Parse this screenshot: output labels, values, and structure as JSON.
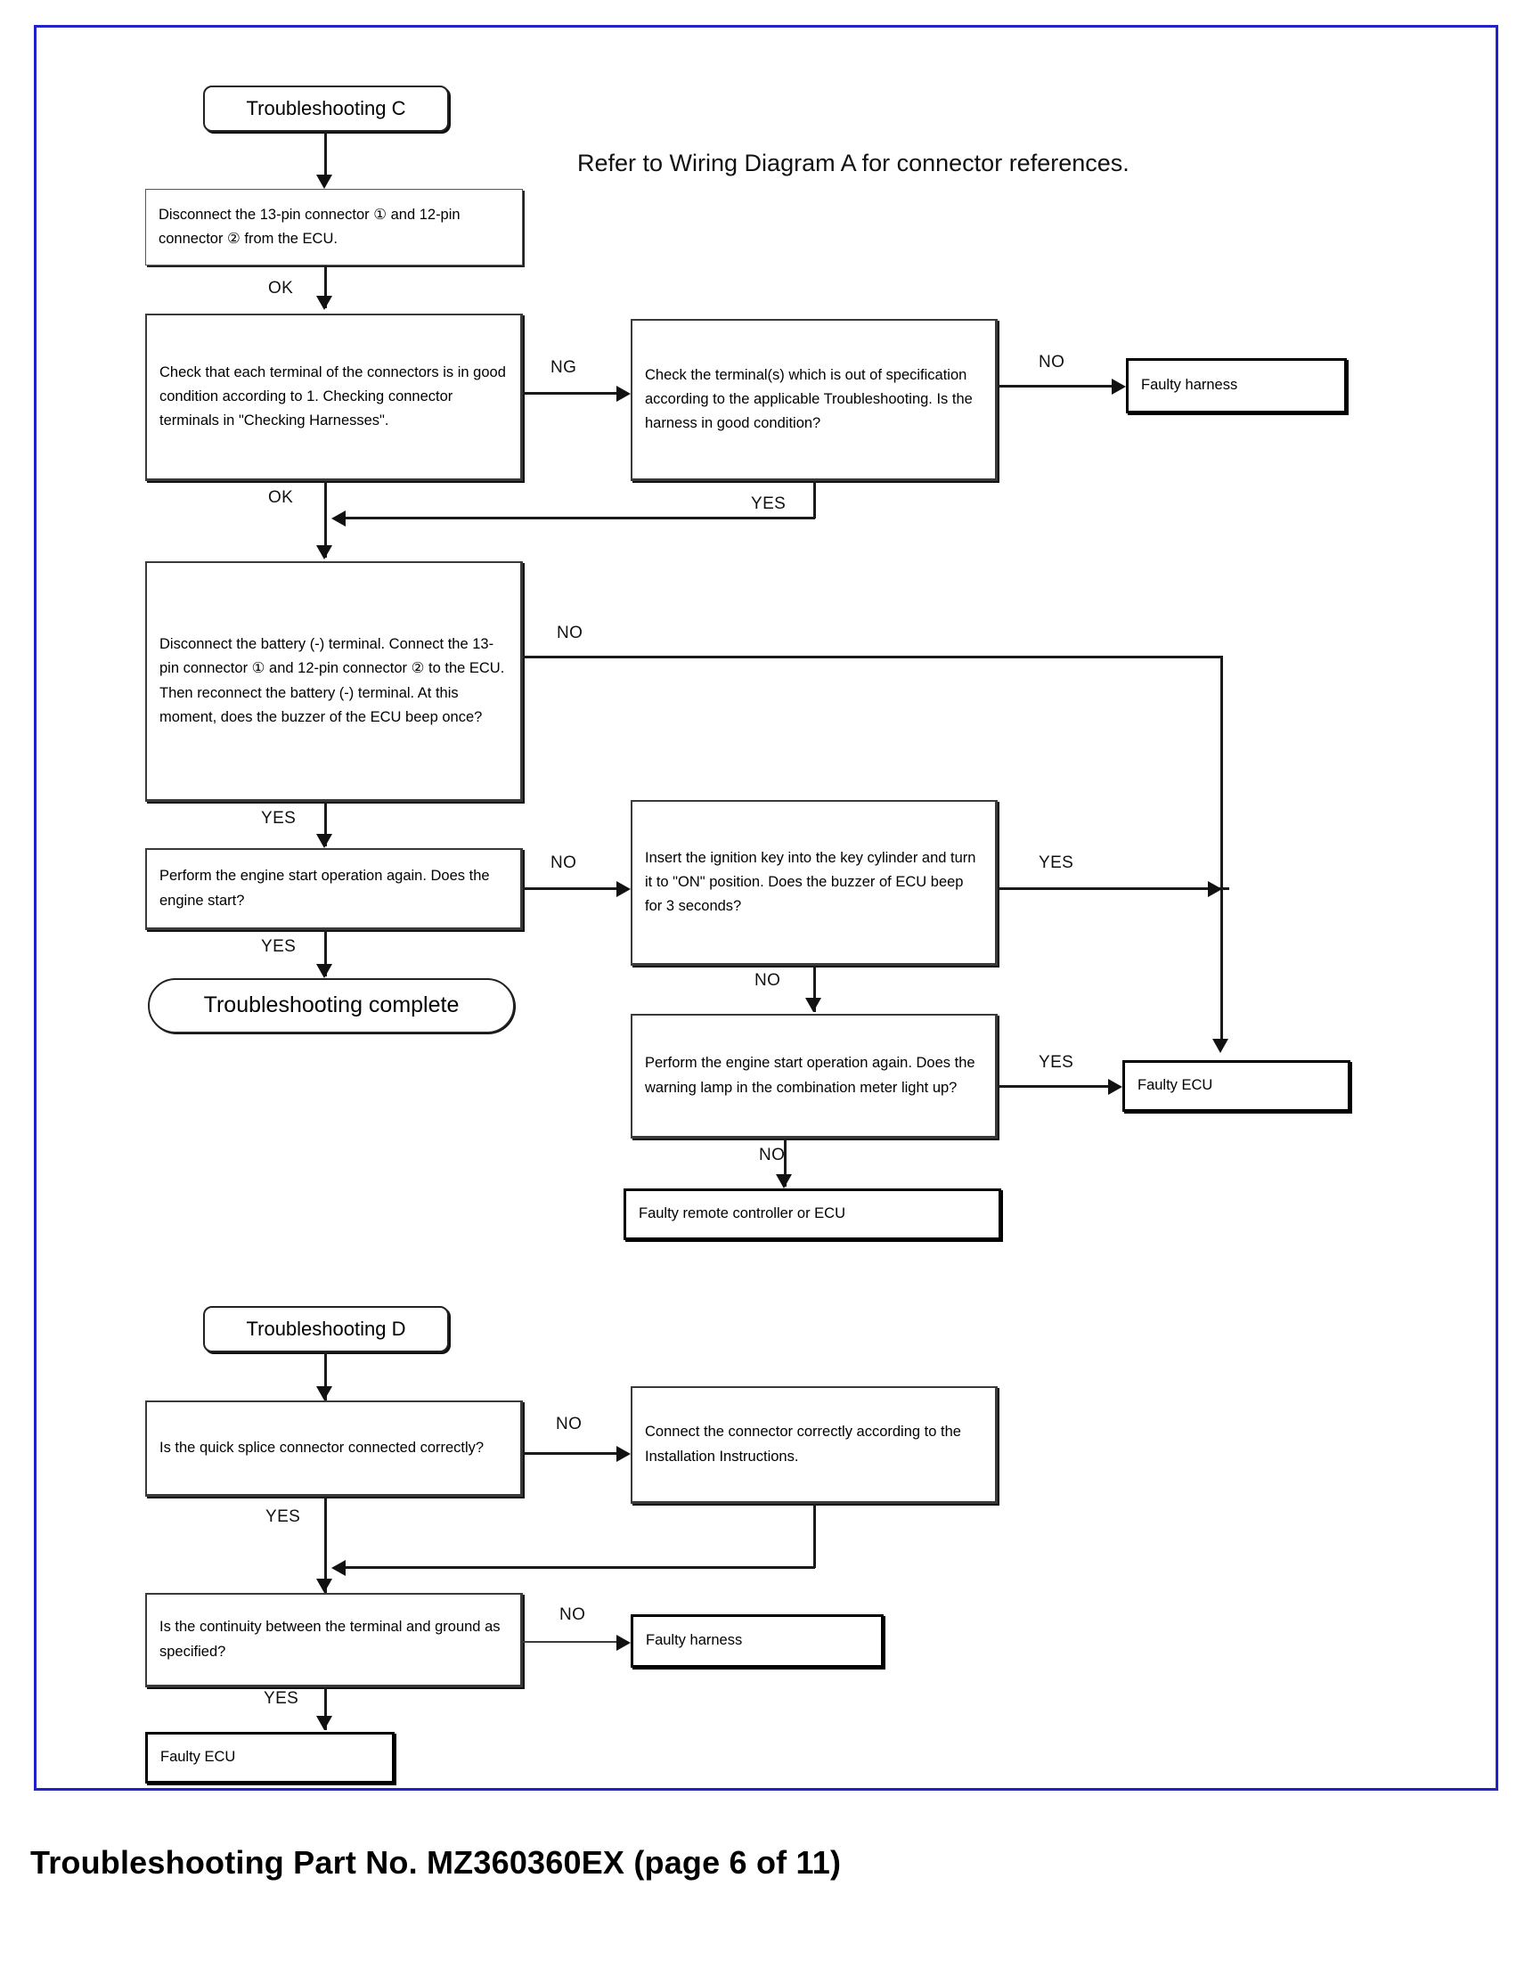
{
  "document": {
    "caption": "Troubleshooting Part No. MZ360360EX (page 6 of 11)",
    "note": "Refer to Wiring Diagram A for connector references.",
    "frame_color": "#2222cc"
  },
  "flowchart_c": {
    "start": "Troubleshooting C",
    "nodes": {
      "disconnect_connectors": "Disconnect the 13-pin connector ① and 12-pin connector ② from the ECU.",
      "check_terminals": "Check that each terminal of the connectors is in good condition according to 1. Checking connector terminals in \"Checking Harnesses\".",
      "check_out_of_spec": "Check the terminal(s) which is out of specification according to the applicable Troubleshooting. Is the harness in good condition?",
      "faulty_harness": "Faulty harness",
      "reconnect_battery": "Disconnect the battery (-) terminal. Connect the 13-pin connector ① and 12-pin connector ② to the ECU. Then reconnect the battery (-) terminal. At this moment, does the buzzer of the ECU beep once?",
      "engine_start": "Perform the engine start operation again. Does the engine start?",
      "complete": "Troubleshooting complete",
      "ignition_key": "Insert the ignition key into the key cylinder and turn it to \"ON\" position. Does the buzzer of ECU beep for 3 seconds?",
      "warning_lamp": "Perform the engine start operation again. Does the warning lamp in the combination meter light up?",
      "faulty_ecu": "Faulty ECU",
      "faulty_remote": "Faulty remote controller or ECU"
    },
    "edges": {
      "ok_1": "OK",
      "ng_1": "NG",
      "no_1": "NO",
      "ok_2": "OK",
      "yes_1": "YES",
      "no_2": "NO",
      "yes_2": "YES",
      "no_3": "NO",
      "yes_3": "YES",
      "yes_4": "YES",
      "no_4": "NO",
      "yes_5": "YES",
      "no_5": "NO"
    }
  },
  "flowchart_d": {
    "start": "Troubleshooting D",
    "nodes": {
      "quick_splice": "Is the quick splice connector connected correctly?",
      "connect_correctly": "Connect the connector correctly according to the Installation Instructions.",
      "continuity": "Is the continuity between the terminal and ground as specified?",
      "faulty_harness": "Faulty harness",
      "faulty_ecu": "Faulty ECU"
    },
    "edges": {
      "no_1": "NO",
      "yes_1": "YES",
      "no_2": "NO",
      "yes_2": "YES"
    }
  }
}
